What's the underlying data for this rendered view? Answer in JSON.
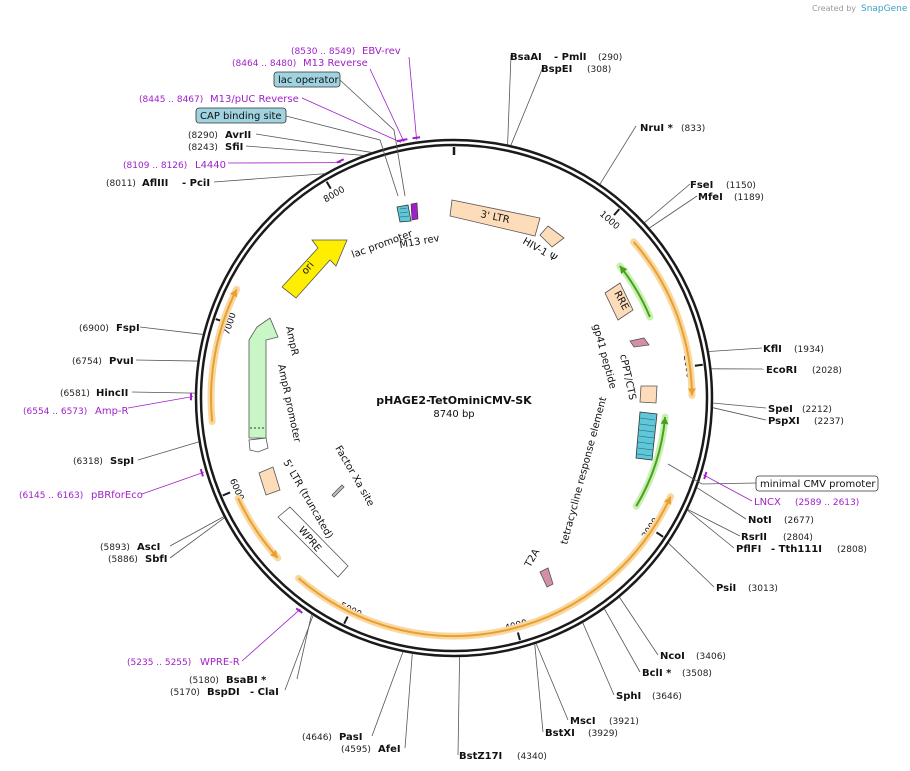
{
  "credit": {
    "prefix": "Created by",
    "brand": "SnapGene"
  },
  "plasmid": {
    "name": "pHAGE2-TetOminiCMV-SK",
    "size_label": "8740 bp",
    "length": 8740
  },
  "ticks": [
    {
      "bp": 1000,
      "label": "1000"
    },
    {
      "bp": 2000,
      "label": "2000"
    },
    {
      "bp": 3000,
      "label": "3000"
    },
    {
      "bp": 4000,
      "label": "4000"
    },
    {
      "bp": 5000,
      "label": "5000"
    },
    {
      "bp": 6000,
      "label": "6000"
    },
    {
      "bp": 7000,
      "label": "7000"
    },
    {
      "bp": 8000,
      "label": "8000"
    }
  ],
  "enzymes": [
    {
      "name": "BsaAI",
      "extra": "- PmlI",
      "pos": "(290)",
      "bp": 290,
      "side": "right"
    },
    {
      "name": "BspEI",
      "extra": "",
      "pos": "(308)",
      "bp": 308,
      "side": "right"
    },
    {
      "name": "NruI *",
      "extra": "",
      "pos": "(833)",
      "bp": 833,
      "side": "right"
    },
    {
      "name": "FseI",
      "extra": "",
      "pos": "(1150)",
      "bp": 1150,
      "side": "right"
    },
    {
      "name": "MfeI",
      "extra": "",
      "pos": "(1189)",
      "bp": 1189,
      "side": "right"
    },
    {
      "name": "KflI",
      "extra": "",
      "pos": "(1934)",
      "bp": 1934,
      "side": "right"
    },
    {
      "name": "EcoRI",
      "extra": "",
      "pos": "(2028)",
      "bp": 2028,
      "side": "right"
    },
    {
      "name": "SpeI",
      "extra": "",
      "pos": "(2212)",
      "bp": 2212,
      "side": "right"
    },
    {
      "name": "PspXI",
      "extra": "",
      "pos": "(2237)",
      "bp": 2237,
      "side": "right"
    },
    {
      "name": "NotI",
      "extra": "",
      "pos": "(2677)",
      "bp": 2677,
      "side": "right"
    },
    {
      "name": "RsrII",
      "extra": "",
      "pos": "(2804)",
      "bp": 2804,
      "side": "right"
    },
    {
      "name": "PflFI",
      "extra": "- Tth111I",
      "pos": "(2808)",
      "bp": 2808,
      "side": "right"
    },
    {
      "name": "PsiI",
      "extra": "",
      "pos": "(3013)",
      "bp": 3013,
      "side": "right"
    },
    {
      "name": "NcoI",
      "extra": "",
      "pos": "(3406)",
      "bp": 3406,
      "side": "right"
    },
    {
      "name": "BclI *",
      "extra": "",
      "pos": "(3508)",
      "bp": 3508,
      "side": "right"
    },
    {
      "name": "SphI",
      "extra": "",
      "pos": "(3646)",
      "bp": 3646,
      "side": "right"
    },
    {
      "name": "MscI",
      "extra": "",
      "pos": "(3921)",
      "bp": 3921,
      "side": "right"
    },
    {
      "name": "BstXI",
      "extra": "",
      "pos": "(3929)",
      "bp": 3929,
      "side": "right"
    },
    {
      "name": "BstZ17I",
      "extra": "",
      "pos": "(4340)",
      "bp": 4340,
      "side": "right"
    },
    {
      "name": "AfeI",
      "extra": "",
      "pos": "(4595)",
      "bp": 4595,
      "side": "left"
    },
    {
      "name": "PasI",
      "extra": "",
      "pos": "(4646)",
      "bp": 4646,
      "side": "left"
    },
    {
      "name": "BspDI",
      "extra": "- ClaI",
      "pos": "(5170)",
      "bp": 5170,
      "side": "left"
    },
    {
      "name": "BsaBI *",
      "extra": "",
      "pos": "(5180)",
      "bp": 5180,
      "side": "left"
    },
    {
      "name": "SbfI",
      "extra": "",
      "pos": "(5886)",
      "bp": 5886,
      "side": "left"
    },
    {
      "name": "AscI",
      "extra": "",
      "pos": "(5893)",
      "bp": 5893,
      "side": "left"
    },
    {
      "name": "SspI",
      "extra": "",
      "pos": "(6318)",
      "bp": 6318,
      "side": "left"
    },
    {
      "name": "HincII",
      "extra": "",
      "pos": "(6581)",
      "bp": 6581,
      "side": "left"
    },
    {
      "name": "PvuI",
      "extra": "",
      "pos": "(6754)",
      "bp": 6754,
      "side": "left"
    },
    {
      "name": "FspI",
      "extra": "",
      "pos": "(6900)",
      "bp": 6900,
      "side": "left"
    },
    {
      "name": "AflIII",
      "extra": "- PciI",
      "pos": "(8011)",
      "bp": 8011,
      "side": "left"
    },
    {
      "name": "SfiI",
      "extra": "",
      "pos": "(8243)",
      "bp": 8243,
      "side": "left"
    },
    {
      "name": "AvrII",
      "extra": "",
      "pos": "(8290)",
      "bp": 8290,
      "side": "left"
    }
  ],
  "primers": [
    {
      "name": "EBV-rev",
      "pos": "(8530 .. 8549)",
      "bp": 8540
    },
    {
      "name": "M13 Reverse",
      "pos": "(8464 .. 8480)",
      "bp": 8472
    },
    {
      "name": "M13/pUC Reverse",
      "pos": "(8445 .. 8467)",
      "bp": 8456
    },
    {
      "name": "L4440",
      "pos": "(8109 .. 8126)",
      "bp": 8118
    },
    {
      "name": "Amp-R",
      "pos": "(6554 .. 6573)",
      "bp": 6563
    },
    {
      "name": "pBRforEco",
      "pos": "(6145 .. 6163)",
      "bp": 6154
    },
    {
      "name": "WPRE-R",
      "pos": "(5235 .. 5255)",
      "bp": 5245
    },
    {
      "name": "LNCX",
      "pos": "(2589 .. 2613)",
      "bp": 2601
    }
  ],
  "boxed_labels": [
    {
      "name": "lac operator",
      "color": "#9fd3e0"
    },
    {
      "name": "CAP binding site",
      "color": "#9fd3e0"
    },
    {
      "name": "minimal CMV promoter",
      "color": "#ffffff"
    }
  ],
  "features": [
    {
      "name": "3' LTR",
      "color": "#fddcba"
    },
    {
      "name": "HIV-1 Ψ",
      "color": "#fddcba"
    },
    {
      "name": "RRE",
      "color": "#fddcba"
    },
    {
      "name": "gp41 peptide",
      "color": "#d48fa8"
    },
    {
      "name": "cPPT/CTS",
      "color": "#fddcba"
    },
    {
      "name": "tetracycline response element",
      "color": "#5fc7d8"
    },
    {
      "name": "T2A",
      "color": "#d48fa8"
    },
    {
      "name": "WPRE",
      "color": "#ffffff"
    },
    {
      "name": "5' LTR (truncated)",
      "color": "#fddcba"
    },
    {
      "name": "Factor Xa site",
      "color": "#c0c0c0"
    },
    {
      "name": "AmpR promoter",
      "color": "#ffffff"
    },
    {
      "name": "AmpR",
      "color": "#c8f7c5"
    },
    {
      "name": "ori",
      "color": "#ffee00"
    },
    {
      "name": "lac promoter",
      "color": "#5fc7d8"
    },
    {
      "name": "M13 rev",
      "color": "#a020c8"
    }
  ],
  "colors": {
    "backbone": "#1a1a1a",
    "orf": "#e8a030",
    "orf_glow": "#f9d8a0",
    "green_orf": "#4aa020",
    "green_glow": "#c8f0b0",
    "primer": "#a020c8"
  }
}
